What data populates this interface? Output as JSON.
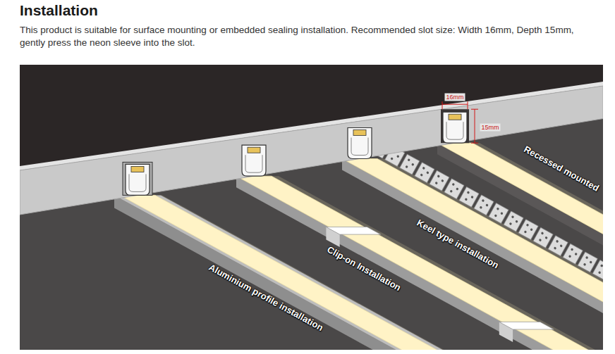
{
  "diagram": {
    "title": "Installation",
    "labels": [
      "This product is suitable for surface mounting or embedded sealing installation. Recommended slot size: Width 16mm, Depth 15mm, gently press the neon sleeve into the slot.",
      "16mm",
      "15mm",
      "Recessed mounted",
      "Keel type installation",
      "Clip-on Installation",
      "Aluminium profile installation"
    ]
  }
}
